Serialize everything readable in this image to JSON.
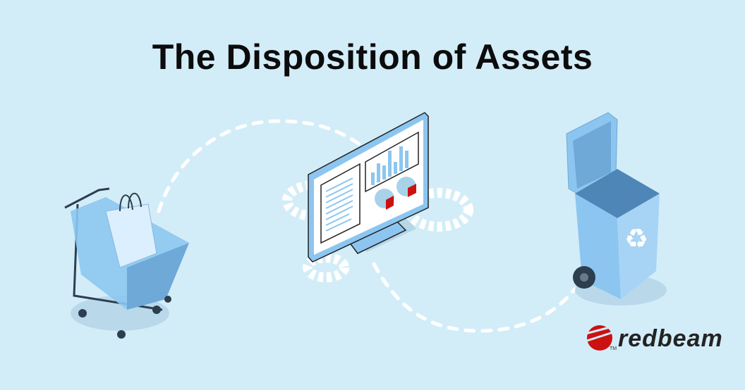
{
  "title": "The Disposition of Assets",
  "logo": {
    "text": "redbeam",
    "trademark": "TM"
  },
  "colors": {
    "background": "#d3edf8",
    "accent_blue": "#8cc6f0",
    "dark_blue": "#6fa9d8",
    "brand_red": "#cc1111",
    "text": "#0c0c0c"
  },
  "illustration": {
    "left_icon": "shopping-cart-icon",
    "center_icon": "computer-monitor-icon",
    "right_icon": "recycling-bin-icon"
  }
}
